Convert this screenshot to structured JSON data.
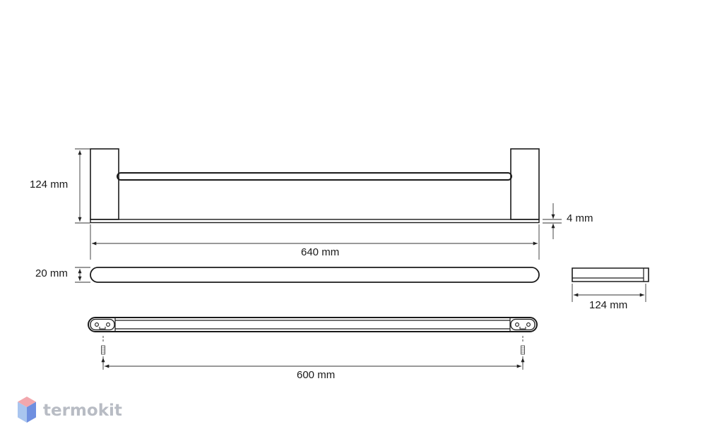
{
  "dimensions": {
    "height": "124 mm",
    "plate_thickness": "4 mm",
    "length": "640 mm",
    "width": "20 mm",
    "depth": "124 mm",
    "mount_spacing": "600 mm"
  },
  "brand": {
    "name": "termokit",
    "colors": {
      "top": "#f2a7ad",
      "left": "#a9c5ef",
      "right": "#6f8fe0"
    }
  },
  "colors": {
    "line": "#1a1a1a",
    "dim_line": "#333333"
  }
}
